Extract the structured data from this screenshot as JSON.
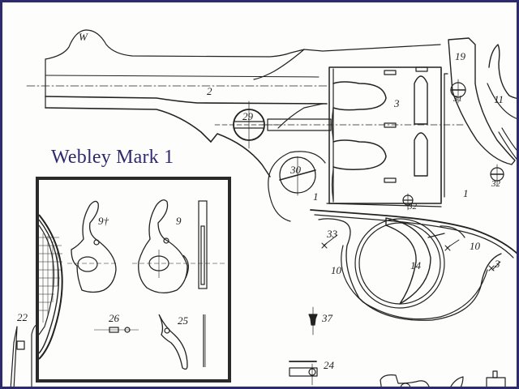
{
  "title": "Webley Mark 1",
  "colors": {
    "border": "#2e2a6e",
    "title": "#2e2a6e",
    "ink": "#222222",
    "inset_border": "#2a2a2a",
    "paper": "#fdfdfb"
  },
  "part_labels": {
    "barrel_mark": "W",
    "barrel": "2",
    "cylinder": "3",
    "hammer_catch": "19",
    "hammer": "11",
    "screw_31": "31",
    "screw_29": "29",
    "screw_30": "30",
    "screw_32": "32",
    "body_left": "1",
    "body_right": "1",
    "screw_33": "33",
    "spring_left": "10",
    "spring_right": "10",
    "trigger": "14",
    "part_3": "3",
    "screw_37": "37",
    "pin_24": "24",
    "part_22": "22"
  },
  "inset_labels": {
    "pawl_alt": "9†",
    "pawl": "9",
    "pin_26": "26",
    "lever_25": "25"
  }
}
